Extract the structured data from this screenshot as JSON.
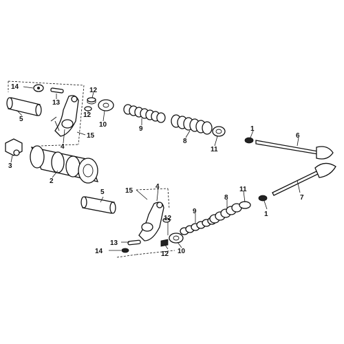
{
  "diagram": {
    "callouts": {
      "c14a": "14",
      "c13a": "13",
      "c12a": "12",
      "c12b": "12",
      "c5a": "5",
      "c10a": "10",
      "c9a": "9",
      "c8a": "8",
      "c11a": "11",
      "c4a": "4",
      "c15a": "15",
      "c3a": "3",
      "c2a": "2",
      "c1a": "1",
      "c6a": "6",
      "c7a": "7",
      "c1b": "1",
      "c5b": "5",
      "c15b": "15",
      "c4b": "4",
      "c11b": "11",
      "c8b": "8",
      "c9b": "9",
      "c12c": "12",
      "c10b": "10",
      "c13b": "13",
      "c14b": "14",
      "c12d": "12"
    }
  }
}
